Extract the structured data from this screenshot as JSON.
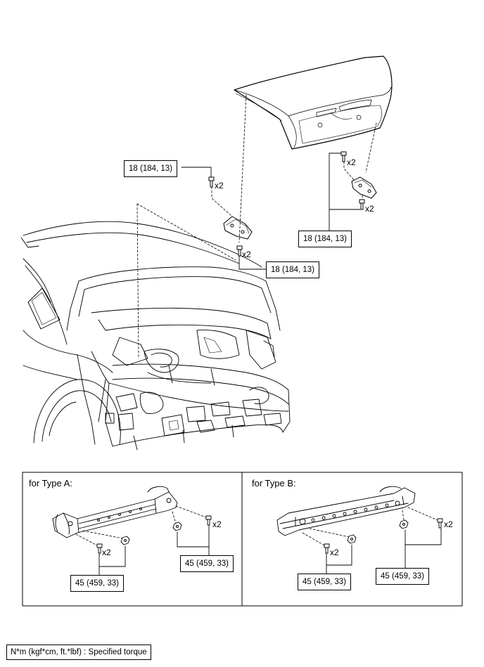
{
  "main_view": {
    "torque_labels": [
      "18 (184, 13)",
      "18 (184, 13)",
      "18 (184, 13)"
    ],
    "quantities": [
      "x2",
      "x2",
      "x2",
      "x2"
    ]
  },
  "panel_a": {
    "title": "for Type A:",
    "torque_labels": [
      "45 (459, 33)",
      "45 (459, 33)"
    ],
    "quantities": [
      "x2",
      "x2"
    ]
  },
  "panel_b": {
    "title": "for Type B:",
    "torque_labels": [
      "45 (459, 33)",
      "45 (459, 33)"
    ],
    "quantities": [
      "x2",
      "x2"
    ]
  },
  "legend": {
    "text": "N*m (kgf*cm, ft.*lbf) : Specified torque"
  }
}
